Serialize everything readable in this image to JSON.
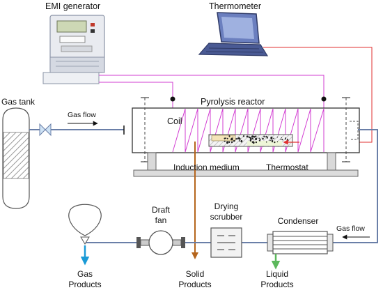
{
  "labels": {
    "emi_generator": "EMI generator",
    "thermometer": "Thermometer",
    "gas_tank": "Gas tank",
    "gas_flow_in": "Gas flow",
    "pyrolysis_reactor": "Pyrolysis reactor",
    "coil": "Coil",
    "induction_medium": "Induction medium",
    "thermostat": "Thermostat",
    "draft_fan_line1": "Draft",
    "draft_fan_line2": "fan",
    "drying_scrubber_line1": "Drying",
    "drying_scrubber_line2": "scrubber",
    "condenser": "Condenser",
    "gas_flow_out": "Gas flow",
    "gas_products_line1": "Gas",
    "gas_products_line2": "Products",
    "solid_products_line1": "Solid",
    "solid_products_line2": "Products",
    "liquid_products_line1": "Liquid",
    "liquid_products_line2": "Products"
  },
  "colors": {
    "emi_wire": "#d23cd2",
    "thermo_wire": "#e03030",
    "pipe": "#6a7fa8",
    "solid_arrow": "#b5651d",
    "gas_arrow": "#1a9ad6",
    "liquid_arrow": "#5cb85c"
  }
}
